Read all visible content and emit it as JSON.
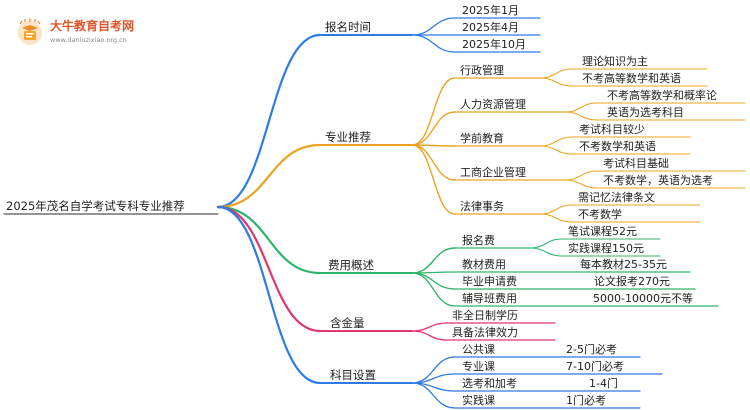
{
  "brand": {
    "name": "大牛教育自考网",
    "url": "www.daniuzixiao.org.cn"
  },
  "root": "2025年茂名自学考试专科专业推荐",
  "branches": [
    {
      "label": "报名时间",
      "color": "#2e7be6",
      "children": [
        {
          "label": "2025年1月"
        },
        {
          "label": "2025年4月"
        },
        {
          "label": "2025年10月"
        }
      ]
    },
    {
      "label": "专业推荐",
      "color": "#eaa422",
      "children": [
        {
          "label": "行政管理",
          "children": [
            "理论知识为主",
            "不考高等数学和英语"
          ]
        },
        {
          "label": "人力资源管理",
          "children": [
            "不考高等数学和概率论",
            "英语为选考科目"
          ]
        },
        {
          "label": "学前教育",
          "children": [
            "考试科目较少",
            "不考数学和英语"
          ]
        },
        {
          "label": "工商企业管理",
          "children": [
            "考试科目基础",
            "不考数学，英语为选考"
          ]
        },
        {
          "label": "法律事务",
          "children": [
            "需记忆法律条文",
            "不考数学"
          ]
        }
      ]
    },
    {
      "label": "费用概述",
      "color": "#2db36a",
      "children": [
        {
          "label": "报名费",
          "children": [
            "笔试课程52元",
            "实践课程150元"
          ]
        },
        {
          "label": "教材费用",
          "value": "每本教材25-35元"
        },
        {
          "label": "毕业申请费",
          "value": "论文报考270元"
        },
        {
          "label": "辅导班费用",
          "value": "5000-10000元不等"
        }
      ]
    },
    {
      "label": "含金量",
      "color": "#e0356f",
      "children": [
        {
          "label": "非全日制学历"
        },
        {
          "label": "具备法律效力"
        }
      ]
    },
    {
      "label": "科目设置",
      "color": "#2e7be6",
      "children": [
        {
          "label": "公共课",
          "value": "2-5门必考"
        },
        {
          "label": "专业课",
          "value": "7-10门必考"
        },
        {
          "label": "选考和加考",
          "value": "1-4门"
        },
        {
          "label": "实践课",
          "value": "1门必考"
        }
      ]
    }
  ]
}
